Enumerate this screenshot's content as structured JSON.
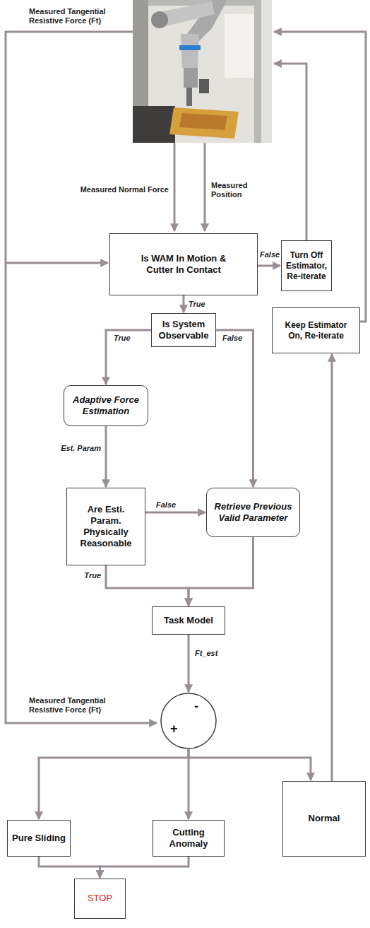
{
  "diagram": {
    "nodes": [
      {
        "text": [
          "Is WAM In Motion & Cutter In Contact"
        ]
      },
      {
        "text": [
          "Turn Off Estimator, Re-iterate"
        ]
      },
      {
        "text": [
          "Is System Observable"
        ]
      },
      {
        "text": [
          "Keep Estimator On, Re-iterate"
        ]
      },
      {
        "text": [
          "Adaptive Force Estimation"
        ]
      },
      {
        "text": [
          "Are Esti. Param. Physically Reasonable"
        ]
      },
      {
        "text": [
          "Retrieve Previous Valid Parameter"
        ]
      },
      {
        "text": [
          "Task Model"
        ]
      },
      {
        "text": [
          "-",
          "+"
        ]
      },
      {
        "text": [
          "Pure Sliding"
        ]
      },
      {
        "text": [
          "Cutting Anomaly"
        ]
      },
      {
        "text": [
          "Normal"
        ]
      },
      {
        "text": [
          "STOP"
        ]
      }
    ],
    "edges": [
      {
        "from": 0,
        "to": 1,
        "label": "False",
        "arrow": "to"
      },
      {
        "from": 0,
        "to": 2,
        "label": "True",
        "arrow": "to"
      },
      {
        "from": 2,
        "to": 4,
        "label": "True",
        "arrow": "to"
      },
      {
        "from": 2,
        "to": 6,
        "label": "False",
        "arrow": "to"
      },
      {
        "from": 4,
        "to": 5,
        "label": "Est. Param",
        "arrow": "to"
      },
      {
        "from": 5,
        "to": 6,
        "label": "False",
        "arrow": "to"
      },
      {
        "from": 5,
        "to": 7,
        "label": "True",
        "arrow": "to"
      },
      {
        "from": 6,
        "to": 7,
        "arrow": "to"
      },
      {
        "from": 7,
        "to": 8,
        "label": "Ft_est",
        "arrow": "to"
      },
      {
        "from": 8,
        "to": 9,
        "arrow": "to"
      },
      {
        "from": 8,
        "to": 10,
        "arrow": "to"
      },
      {
        "from": 8,
        "to": 11,
        "arrow": "to"
      },
      {
        "from": 11,
        "to": 3,
        "arrow": "to"
      },
      {
        "from": 9,
        "to": 12,
        "arrow": "to"
      },
      {
        "from": 10,
        "to": 12,
        "arrow": "to"
      }
    ],
    "labels": [
      "Measured Tangential Resistive Force (Ft)",
      "Measured Normal Force",
      "Measured Position",
      "Measured Tangential Resistive Force (Ft)"
    ]
  }
}
